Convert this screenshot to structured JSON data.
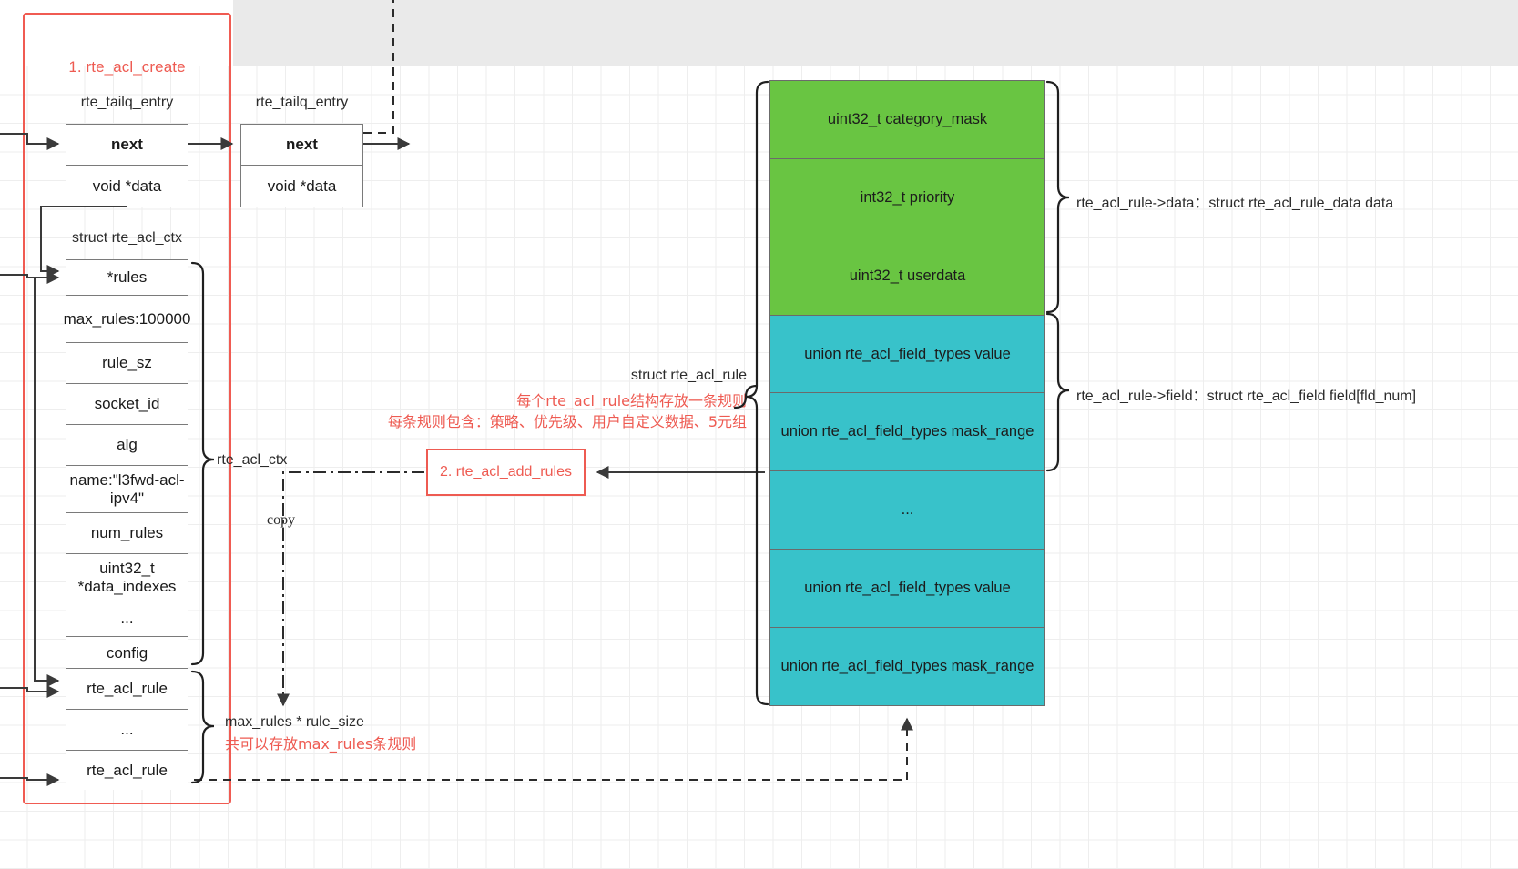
{
  "diagram": {
    "title_red": "1. rte_acl_create",
    "step2_label": "2. rte_acl_add_rules"
  },
  "tailq": {
    "caption_left": "rte_tailq_entry",
    "caption_right": "rte_tailq_entry",
    "rows": [
      "next",
      "void *data"
    ]
  },
  "acl_ctx": {
    "caption": "struct rte_acl_ctx",
    "brace_label": "rte_acl_ctx",
    "rows": [
      "*rules",
      "max_rules:100000",
      "rule_sz",
      "socket_id",
      "alg",
      "name:\"l3fwd-acl-ipv4\"",
      "num_rules",
      "uint32_t *data_indexes",
      "...",
      "config"
    ],
    "rule_rows": [
      "rte_acl_rule",
      "...",
      "rte_acl_rule"
    ],
    "capacity_label": "max_rules * rule_size",
    "capacity_note_cn": "共可以存放max_rules条规则"
  },
  "flow": {
    "copy_label": "copy"
  },
  "acl_rule": {
    "caption": "struct rte_acl_rule",
    "note_cn_1": "每个rte_acl_rule结构存放一条规则",
    "note_cn_2": "每条规则包含：策略、优先级、用户自定义数据、5元组",
    "data_rows": [
      "uint32_t category_mask",
      "int32_t  priority",
      "uint32_t userdata"
    ],
    "field_rows": [
      "union rte_acl_field_types value",
      "union rte_acl_field_types mask_range",
      "...",
      "union rte_acl_field_types value",
      "union rte_acl_field_types mask_range"
    ],
    "brace_data_label": "rte_acl_rule->data：struct rte_acl_rule_data data",
    "brace_field_label": "rte_acl_rule->field：struct rte_acl_field field[fld_num]"
  },
  "colors": {
    "green": "#6bc council",
    "data_green": "#69c542",
    "field_teal": "#38c2ca",
    "accent_red": "#ee5b52",
    "line_dark": "#3a3a3a",
    "grid": "#eeeeee"
  }
}
